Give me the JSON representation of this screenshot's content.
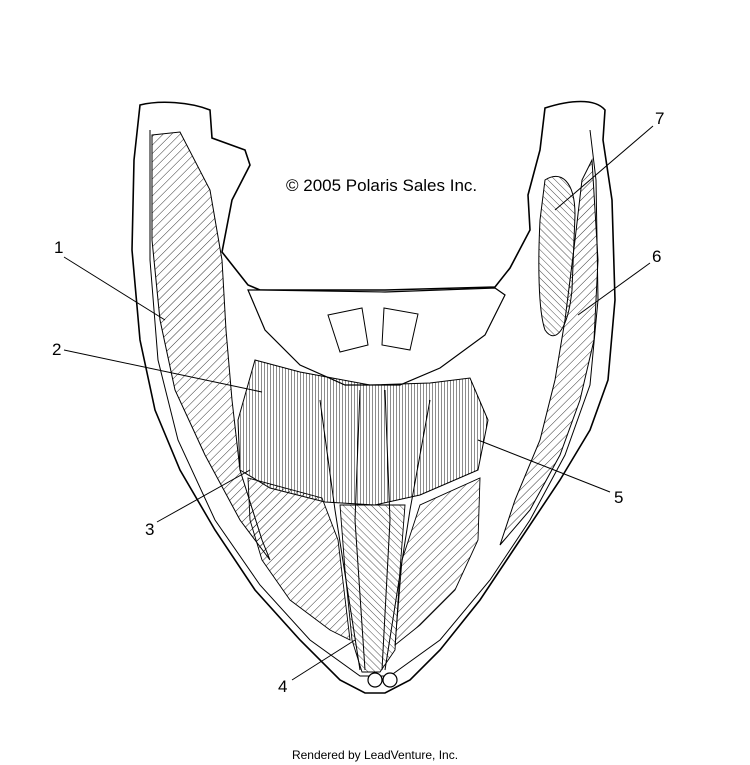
{
  "diagram": {
    "copyright": "© 2005 Polaris Sales Inc.",
    "callouts": [
      "1",
      "2",
      "3",
      "4",
      "5",
      "6",
      "7"
    ]
  },
  "footer": {
    "text": "Rendered by LeadVenture, Inc."
  }
}
